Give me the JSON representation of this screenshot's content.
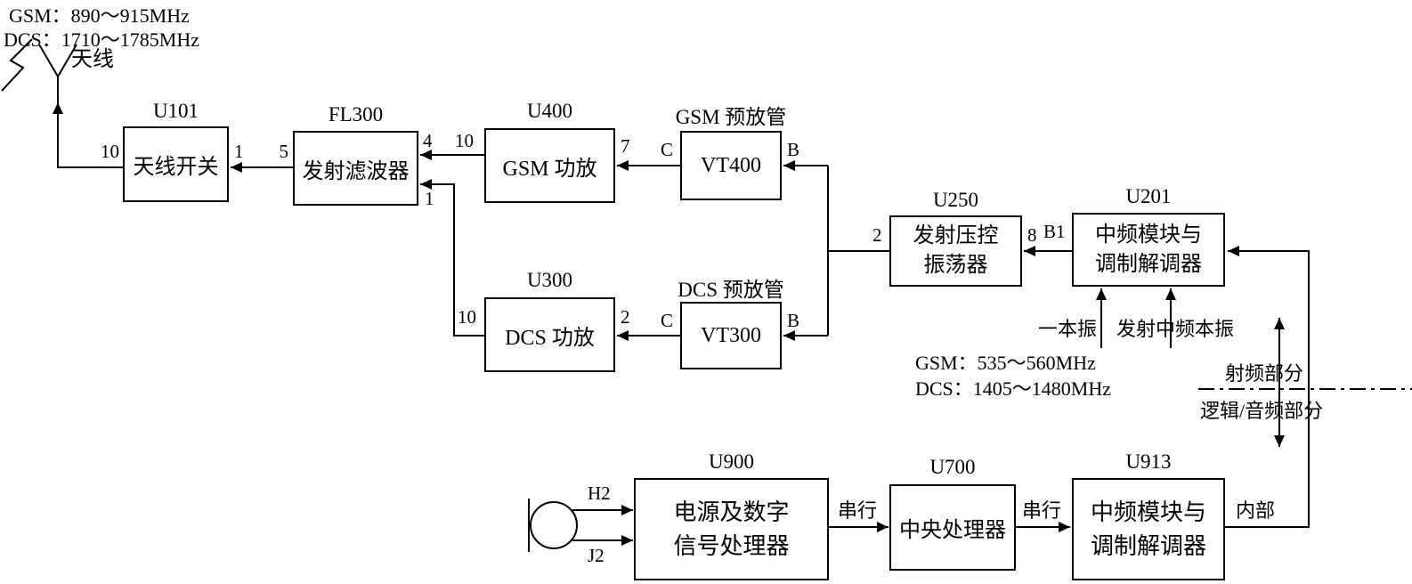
{
  "blocks": {
    "u101": {
      "ref": "U101",
      "title": "天线开关",
      "pin_left": "10",
      "pin_right": "1"
    },
    "fl300": {
      "ref": "FL300",
      "title": "发射滤波器",
      "pin_left": "5",
      "pin_right_top": "4",
      "pin_right_bottom": "1"
    },
    "u400": {
      "ref": "U400",
      "title": "GSM 功放",
      "pin_left": "10",
      "pin_right": "7"
    },
    "vt400": {
      "ref": "GSM 预放管",
      "title": "VT400",
      "pin_left": "C",
      "pin_right": "B"
    },
    "u300": {
      "ref": "U300",
      "title": "DCS 功放",
      "pin_left": "10",
      "pin_right": "2"
    },
    "vt300": {
      "ref": "DCS 预放管",
      "title": "VT300",
      "pin_left": "C",
      "pin_right": "B"
    },
    "u250": {
      "ref": "U250",
      "line1": "发射压控",
      "line2": "振荡器",
      "pin_left": "2",
      "pin_right": "8"
    },
    "u201": {
      "ref": "U201",
      "line1": "中频模块与",
      "line2": "调制解调器",
      "pin_left": "B1"
    },
    "u900": {
      "ref": "U900",
      "line1": "电源及数字",
      "line2": "信号处理器",
      "pin_top": "H2",
      "pin_bottom": "J2"
    },
    "u700": {
      "ref": "U700",
      "title": "中央处理器"
    },
    "u913": {
      "ref": "U913",
      "line1": "中频模块与",
      "line2": "调制解调器"
    }
  },
  "annotations": {
    "antenna_freq_gsm": "GSM：890～915MHz",
    "antenna_freq_dcs": "DCS：1710～1785MHz",
    "antenna_label": "天线",
    "lo_freq_gsm": "GSM：535～560MHz",
    "lo_freq_dcs": "DCS：1405～1480MHz",
    "lo1_label": "一本振",
    "lo2_label": "发射中频本振",
    "rf_section_label": "射频部分",
    "logic_section_label": "逻辑/音频部分",
    "serial_label_1": "串行",
    "serial_label_2": "串行",
    "internal_label": "内部"
  },
  "colors": {
    "line": "#000000",
    "background": "#ffffff"
  }
}
